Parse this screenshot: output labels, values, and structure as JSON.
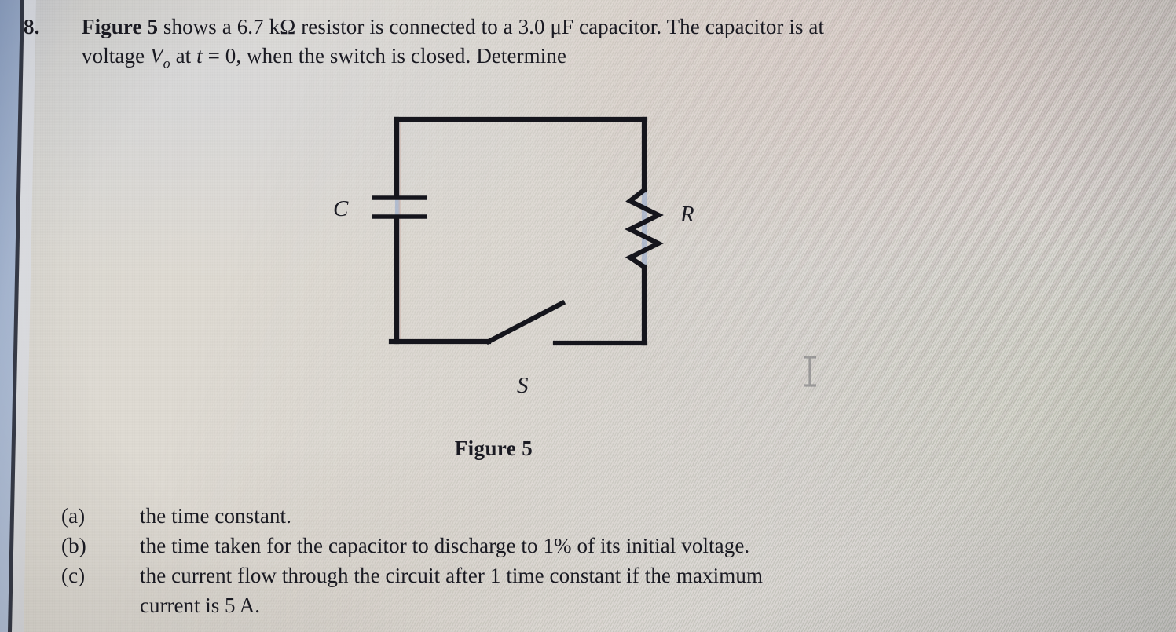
{
  "document": {
    "kind": "textbook-problem-photo",
    "question_number": "8.",
    "stem_line_1_pre": "Figure 5",
    "stem_line_1_mid": " shows a 6.7 kΩ resistor is connected to a 3.0 μF capacitor. The capacitor is at",
    "stem_line_2_a": "voltage ",
    "stem_line_2_v": "V",
    "stem_line_2_vsub": "o",
    "stem_line_2_b": " at ",
    "stem_line_2_t": "t",
    "stem_line_2_c": " = 0, when the switch is closed. Determine",
    "figure_caption": "Figure 5"
  },
  "given_values": {
    "resistance": "6.7 kΩ",
    "capacitance": "3.0 μF",
    "initial_voltage_symbol": "Vo",
    "initial_time": "t = 0",
    "discharge_target": "1%",
    "time_constants_elapsed": "1",
    "maximum_current": "5 A"
  },
  "circuit": {
    "capacitor_label": "C",
    "resistor_label": "R",
    "switch_label": "S",
    "line_color": "#15151c",
    "switch_state": "open"
  },
  "parts": [
    {
      "label": "(a)",
      "text": "the time constant.",
      "continuation": ""
    },
    {
      "label": "(b)",
      "text": "the time taken for the capacitor to discharge to 1% of its initial voltage.",
      "continuation": ""
    },
    {
      "label": "(c)",
      "text": "the current flow through the circuit after 1 time constant if the maximum",
      "continuation": "current is 5 A."
    }
  ],
  "artifacts": {
    "cursor": "text-ibeam-cursor",
    "paper_color": "#dedad4",
    "desk_color": "#a8b8d2",
    "ink_color": "#1a1a22"
  }
}
